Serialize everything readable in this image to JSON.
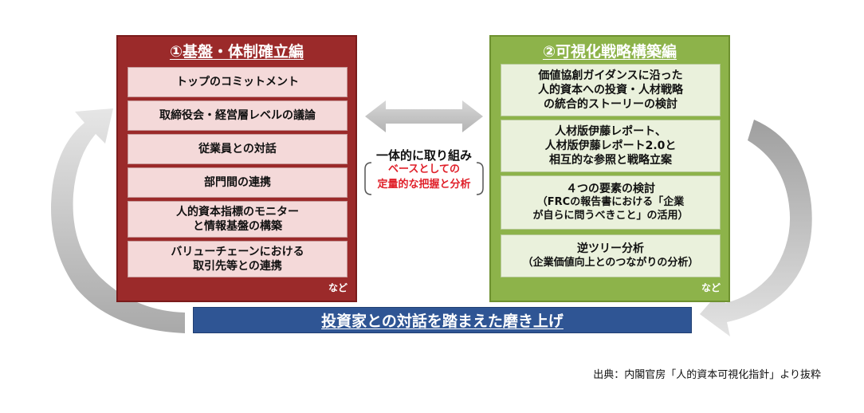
{
  "left_panel": {
    "title": "①基盤・体制確立編",
    "items": [
      {
        "text": "トップのコミットメント"
      },
      {
        "text": "取締役会・経営層レベルの議論"
      },
      {
        "text": "従業員との対話"
      },
      {
        "text": "部門間の連携"
      },
      {
        "line1": "人的資本指標のモニター",
        "line2": "と情報基盤の構築"
      },
      {
        "line1": "バリューチェーンにおける",
        "line2": "取引先等との連携"
      }
    ],
    "etc": "など"
  },
  "right_panel": {
    "title": "②可視化戦略構築編",
    "items": [
      {
        "line1": "価値協創ガイダンスに沿った",
        "line2": "人的資本への投資・人材戦略",
        "line3": "の統合的ストーリーの検討"
      },
      {
        "line1": "人材版伊藤レポート、",
        "line2": "人材版伊藤レポート2.0と",
        "line3": "相互的な参照と戦略立案"
      },
      {
        "line1": "４つの要素の検討",
        "line2": "（FRCの報告書における「企業",
        "line3": "が自らに問うべきこと」の活用）"
      },
      {
        "line1": "逆ツリー分析",
        "line2": "（企業価値向上とのつながりの分析）"
      }
    ],
    "etc": "など"
  },
  "center": {
    "title": "一体的に取り組み",
    "sub1": "ベースとしての",
    "sub2": "定量的な把握と分析"
  },
  "bottom_bar": {
    "text": "投資家との対話を踏まえた磨き上げ"
  },
  "source": "出典：内閣官房「人的資本可視化指針」より抜粋",
  "colors": {
    "left_panel": "#9b2a2a",
    "left_item": "#f4d9d9",
    "right_panel": "#8db34a",
    "right_item": "#eaf1dc",
    "bottom_bar": "#2f5594",
    "highlight_text": "#e0202a",
    "arrow_gray": "#bdbdbd"
  }
}
